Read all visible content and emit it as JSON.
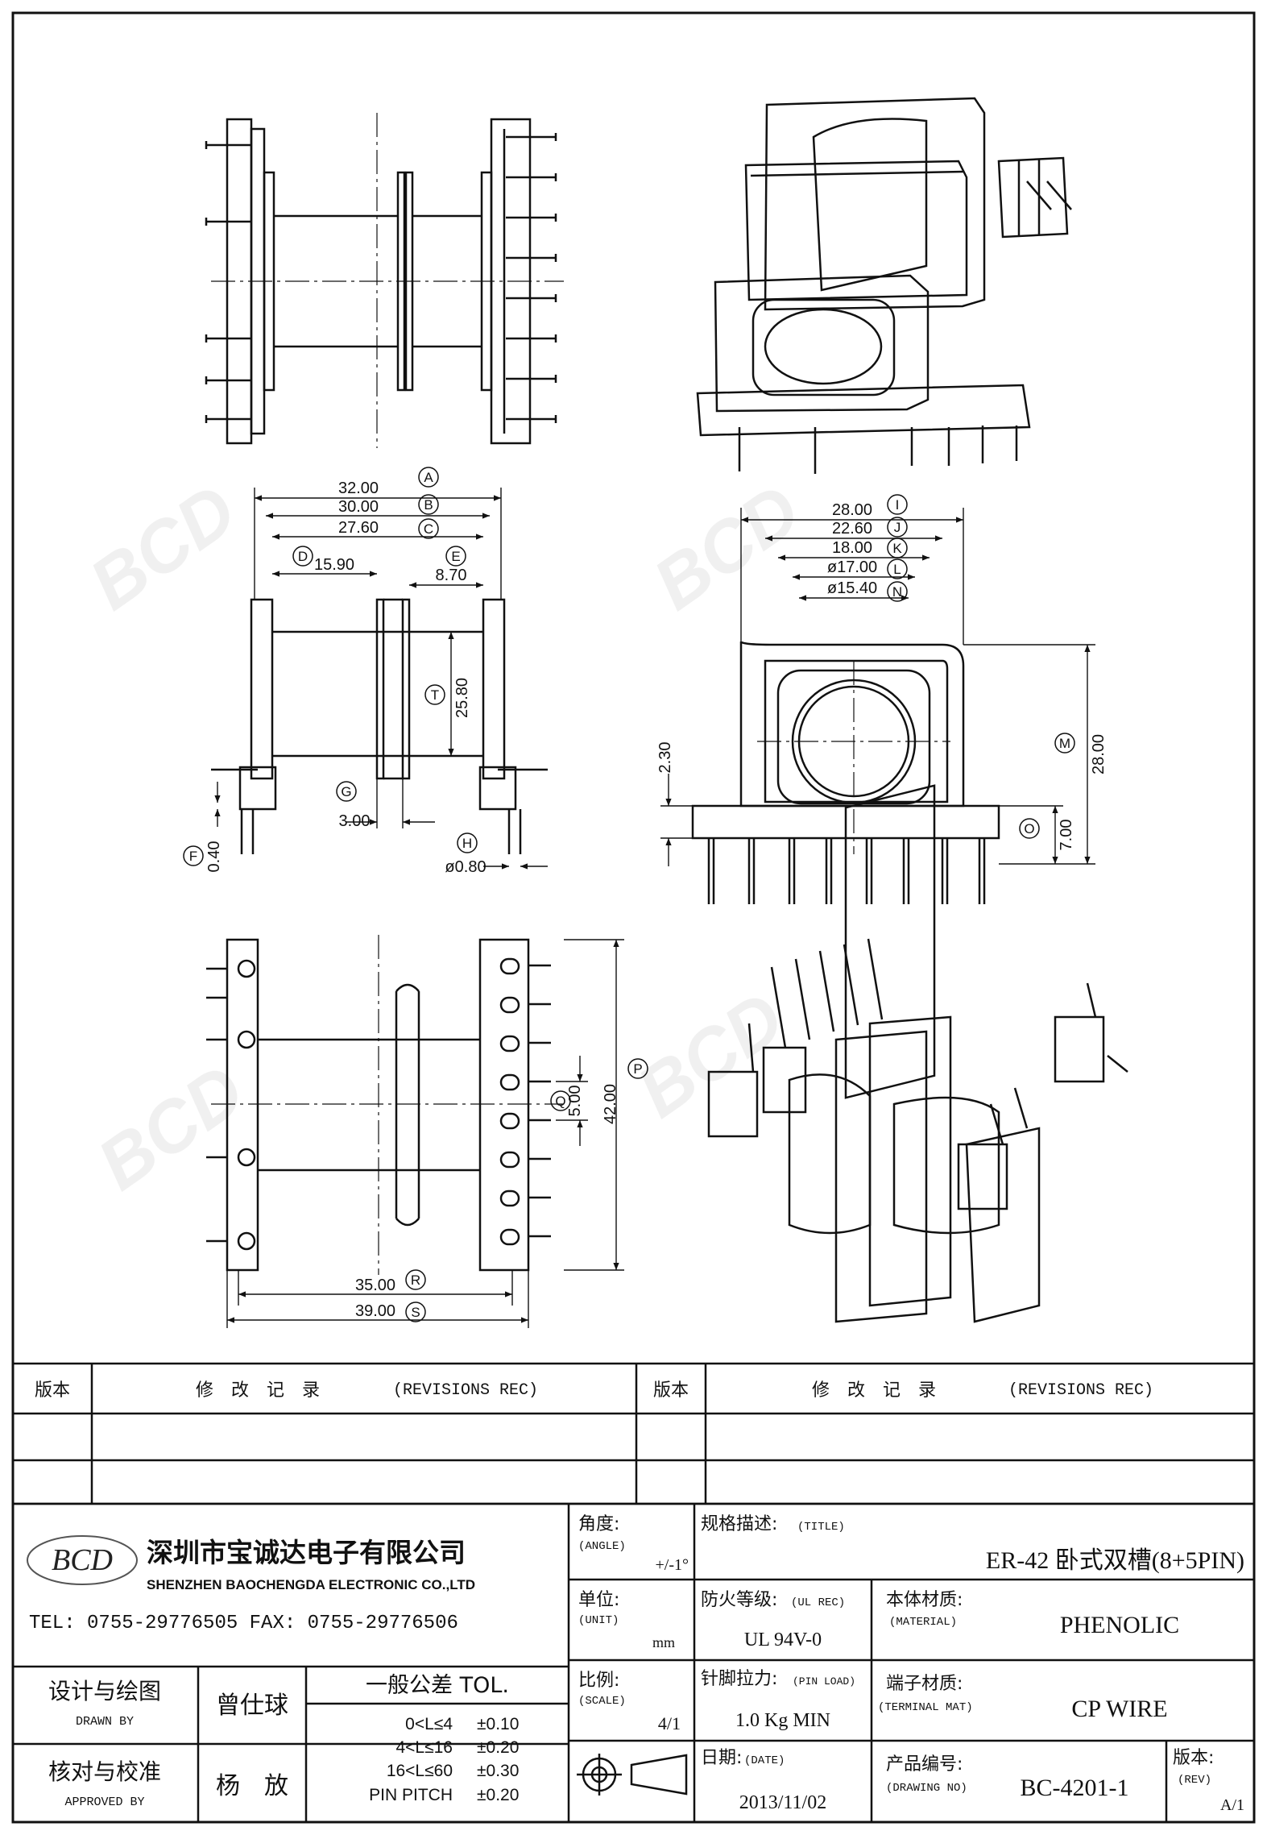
{
  "dims": {
    "A": "32.00",
    "B": "30.00",
    "C": "27.60",
    "D": "15.90",
    "E": "8.70",
    "T": "25.80",
    "G": "3.00",
    "F": "0.40",
    "H": "ø0.80",
    "I": "28.00",
    "J": "22.60",
    "K": "18.00",
    "L": "ø17.00",
    "N": "ø15.40",
    "M": "28.00",
    "O": "7.00",
    "side": "2.30",
    "P": "42.00",
    "Q": "5.00",
    "R": "35.00",
    "S": "39.00"
  },
  "callouts": {
    "A": "A",
    "B": "B",
    "C": "C",
    "D": "D",
    "E": "E",
    "T": "T",
    "G": "G",
    "F": "F",
    "H": "H",
    "I": "I",
    "J": "J",
    "K": "K",
    "L": "L",
    "N": "N",
    "M": "M",
    "O": "O",
    "P": "P",
    "Q": "Q",
    "R": "R",
    "S": "S"
  },
  "revisions": {
    "ver_label": "版本",
    "rec_label_cn": "修　改　记　录",
    "rec_label_en": "(REVISIONS REC)"
  },
  "company": {
    "logo": "BCD",
    "name_cn": "深圳市宝诚达电子有限公司",
    "name_en": "SHENZHEN BAOCHENGDA ELECTRONIC CO.,LTD",
    "contact": "TEL: 0755-29776505  FAX: 0755-29776506"
  },
  "title_block": {
    "angle_label": "角度:",
    "angle_en": "(ANGLE)",
    "angle_value": "+/-1°",
    "unit_label": "单位:",
    "unit_en": "(UNIT)",
    "unit_value": "mm",
    "scale_label": "比例:",
    "scale_en": "(SCALE)",
    "scale_value": "4/1",
    "spec_label": "规格描述:",
    "spec_en": "(TITLE)",
    "spec_value": "ER-42 卧式双槽(8+5PIN)",
    "fire_label": "防火等级:",
    "fire_en": "(UL REC)",
    "fire_value": "UL 94V-0",
    "material_label": "本体材质:",
    "material_en": "(MATERIAL)",
    "material_value": "PHENOLIC",
    "pin_label": "针脚拉力:",
    "pin_en": "(PIN LOAD)",
    "pin_value": "1.0 Kg MIN",
    "terminal_label": "端子材质:",
    "terminal_en": "(TERMINAL MAT)",
    "terminal_value": "CP WIRE",
    "date_label": "日期:",
    "date_en": "(DATE)",
    "date_value": "2013/11/02",
    "drawing_label": "产品编号:",
    "drawing_en": "(DRAWING NO)",
    "drawing_value": "BC-4201-1",
    "rev_label": "版本:",
    "rev_en": "(REV)",
    "rev_value": "A/1",
    "design_label": "设计与绘图",
    "design_en": "DRAWN BY",
    "design_name": "曾仕球",
    "approve_label": "核对与校准",
    "approve_en": "APPROVED BY",
    "approve_name": "杨　放",
    "tol_label": "一般公差  TOL.",
    "tol_rows": [
      {
        "range": "0<L≤4",
        "value": "±0.10"
      },
      {
        "range": "4<L≤16",
        "value": "±0.20"
      },
      {
        "range": "16<L≤60",
        "value": "±0.30"
      },
      {
        "range": "PIN PITCH",
        "value": "±0.20"
      }
    ]
  }
}
